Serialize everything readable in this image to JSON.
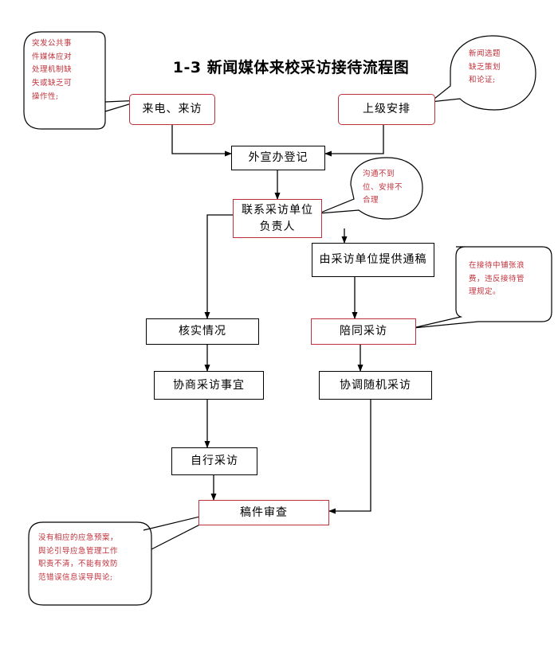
{
  "title": "1-3   新闻媒体来校采访接待流程图",
  "nodes": {
    "call_visit": "来电、来访",
    "superior": "上级安排",
    "register": "外宣办登记",
    "contact_line1": "联系采访单位",
    "contact_line2": "负责人",
    "provide_draft": "由采访单位提供通稿",
    "verify": "核实情况",
    "accompany": "陪同采访",
    "negotiate": "协商采访事宜",
    "coordinate": "协调随机采访",
    "self_interview": "自行采访",
    "review": "稿件审查"
  },
  "notes": {
    "top_left": [
      "突发公共事",
      "件媒体应对",
      "处理机制缺",
      "失或缺乏可",
      "操作性;"
    ],
    "top_right": [
      "新闻选题",
      "缺乏策划",
      "和论证;"
    ],
    "middle": [
      "沟通不到",
      "位、安排不",
      "合理"
    ],
    "right": [
      "在接待中铺张浪",
      "费，违反接待管",
      "理规定。"
    ],
    "bottom_left": [
      "没有相应的应急预案，",
      "舆论引导应急管理工作",
      "职责不清，不能有效防",
      "范错误信息误导舆论;"
    ]
  },
  "colors": {
    "risk_red": "#c0303a",
    "line_black": "#000000"
  }
}
